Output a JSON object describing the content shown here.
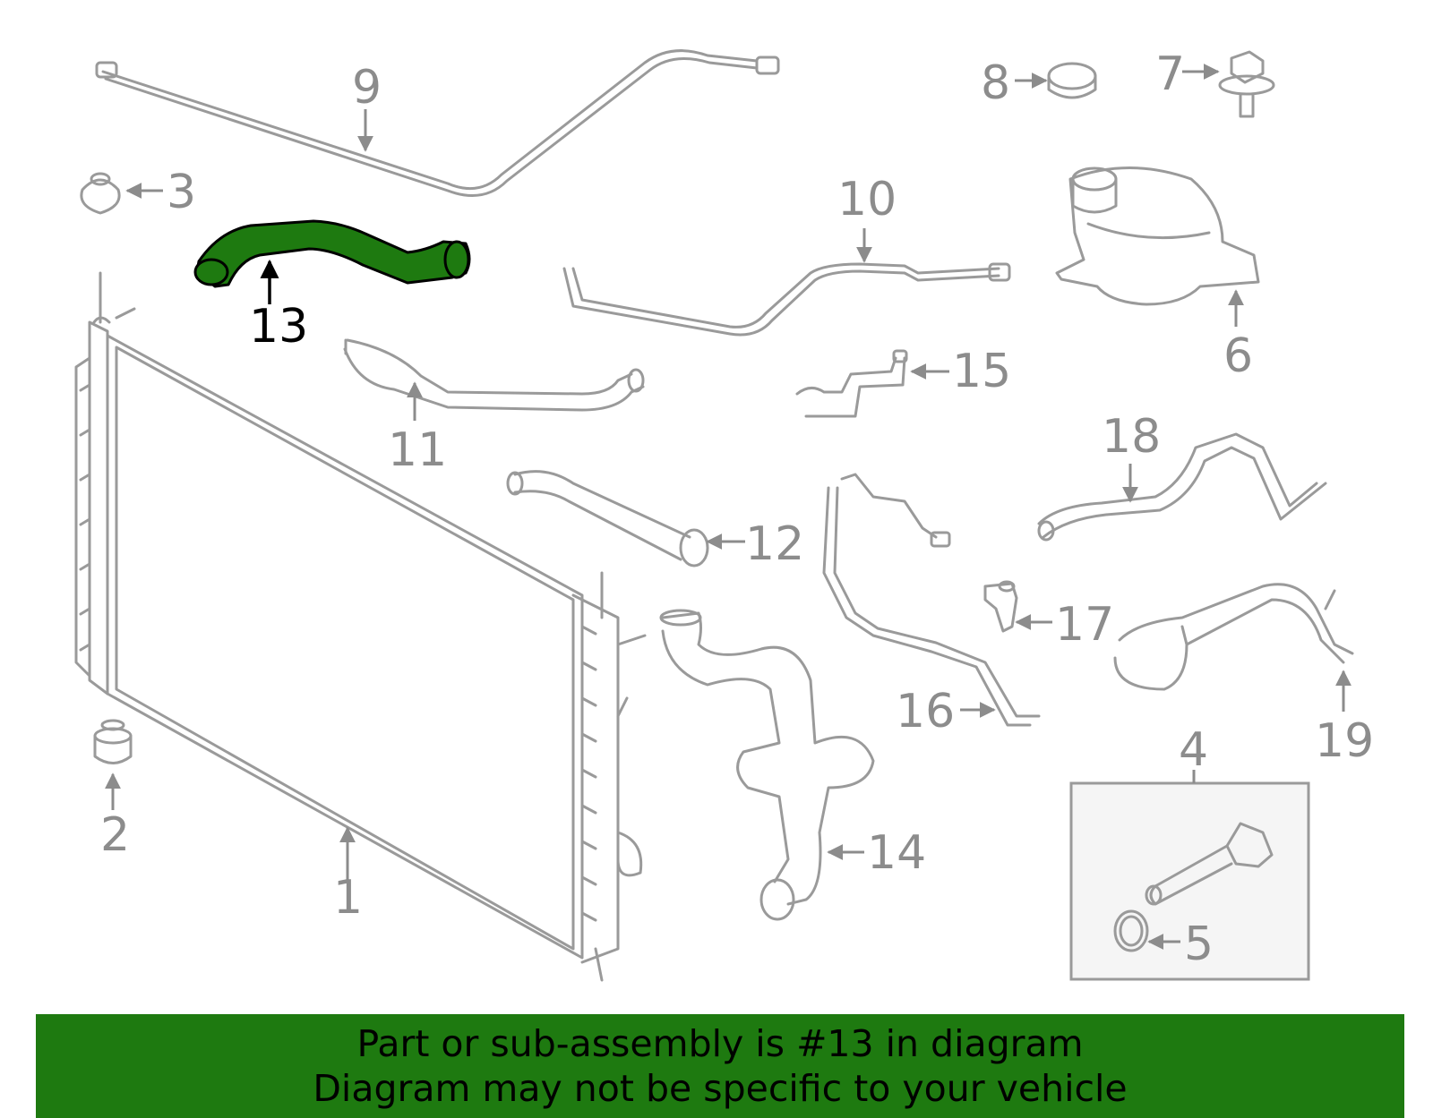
{
  "diagram": {
    "callouts": [
      "1",
      "2",
      "3",
      "4",
      "5",
      "6",
      "7",
      "8",
      "9",
      "10",
      "11",
      "12",
      "13",
      "14",
      "15",
      "16",
      "17",
      "18",
      "19"
    ],
    "highlighted_callout": "13",
    "colors": {
      "highlight_part": "#1e7a10",
      "outline": "#9a9a9a",
      "banner": "#1e7a10"
    }
  },
  "footer": {
    "line1": "Part or sub-assembly is #13 in diagram",
    "line2": "Diagram may not be specific to your vehicle"
  }
}
